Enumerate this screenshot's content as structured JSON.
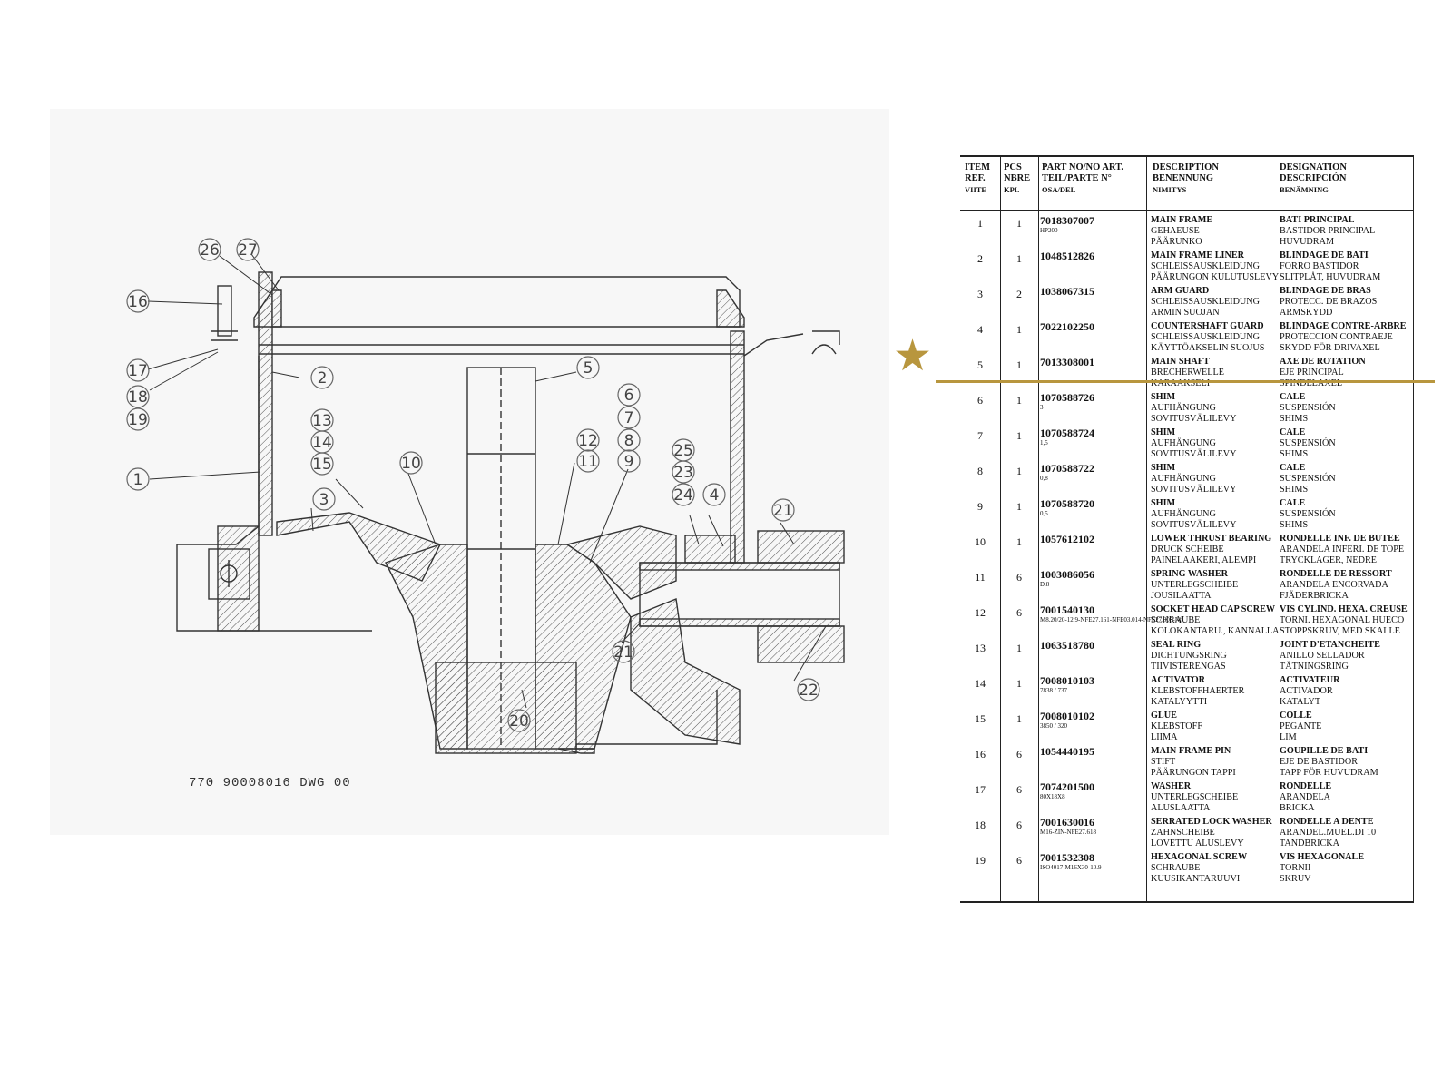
{
  "drawing": {
    "drawing_number": "770 90008016 DWG 00",
    "callouts": [
      "26",
      "27",
      "16",
      "17",
      "18",
      "19",
      "2",
      "5",
      "6",
      "7",
      "8",
      "9",
      "13",
      "14",
      "15",
      "1",
      "3",
      "10",
      "12",
      "11",
      "25",
      "23",
      "24",
      "4",
      "21",
      "21",
      "22",
      "20"
    ]
  },
  "parts_list": {
    "headers": {
      "item": [
        "ITEM",
        "REF.",
        "VIITE"
      ],
      "pcs": [
        "PCS",
        "NBRE",
        "KPL"
      ],
      "part": [
        "PART NO/NO ART.",
        "TEIL/PARTE N°",
        "OSA/DEL"
      ],
      "description": [
        "DESCRIPTION",
        "BENENNUNG",
        "NIMITYS"
      ],
      "designation": [
        "DESIGNATION",
        "DESCRIPCIÓN",
        "BENÄMNING"
      ]
    },
    "rows": [
      {
        "item": "1",
        "pcs": "1",
        "part": "7018307007",
        "sub": "HP200",
        "desc": [
          "MAIN FRAME",
          "GEHAEUSE",
          "PÄÄRUNKO"
        ],
        "desg": [
          "BATI PRINCIPAL",
          "BASTIDOR PRINCIPAL",
          "HUVUDRAM"
        ]
      },
      {
        "item": "2",
        "pcs": "1",
        "part": "1048512826",
        "sub": "",
        "desc": [
          "MAIN FRAME LINER",
          "SCHLEISSAUSKLEIDUNG",
          "PÄÄRUNGON KULUTUSLEVY"
        ],
        "desg": [
          "BLINDAGE DE BATI",
          "FORRO BASTIDOR",
          "SLITPLÅT, HUVUDRAM"
        ]
      },
      {
        "item": "3",
        "pcs": "2",
        "part": "1038067315",
        "sub": "",
        "desc": [
          "ARM GUARD",
          "SCHLEISSAUSKLEIDUNG",
          "ARMIN SUOJAN"
        ],
        "desg": [
          "BLINDAGE DE BRAS",
          "PROTECC. DE BRAZOS",
          "ARMSKYDD"
        ]
      },
      {
        "item": "4",
        "pcs": "1",
        "part": "7022102250",
        "sub": "",
        "desc": [
          "COUNTERSHAFT GUARD",
          "SCHLEISSAUSKLEIDUNG",
          "KÄYTTÖAKSELIN SUOJUS"
        ],
        "desg": [
          "BLINDAGE CONTRE-ARBRE",
          "PROTECCION CONTRAEJE",
          "SKYDD FÖR DRIVAXEL"
        ]
      },
      {
        "item": "5",
        "pcs": "1",
        "part": "7013308001",
        "sub": "",
        "desc": [
          "MAIN SHAFT",
          "BRECHERWELLE",
          "KARAAKSELI"
        ],
        "desg": [
          "AXE DE ROTATION",
          "EJE PRINCIPAL",
          "SPINDELAXEL"
        ]
      },
      {
        "item": "6",
        "pcs": "1",
        "part": "1070588726",
        "sub": "3",
        "desc": [
          "SHIM",
          "AUFHÄNGUNG",
          "SOVITUSVÄLILEVY"
        ],
        "desg": [
          "CALE",
          "SUSPENSIÓN",
          "SHIMS"
        ]
      },
      {
        "item": "7",
        "pcs": "1",
        "part": "1070588724",
        "sub": "1,5",
        "desc": [
          "SHIM",
          "AUFHÄNGUNG",
          "SOVITUSVÄLILEVY"
        ],
        "desg": [
          "CALE",
          "SUSPENSIÓN",
          "SHIMS"
        ]
      },
      {
        "item": "8",
        "pcs": "1",
        "part": "1070588722",
        "sub": "0,8",
        "desc": [
          "SHIM",
          "AUFHÄNGUNG",
          "SOVITUSVÄLILEVY"
        ],
        "desg": [
          "CALE",
          "SUSPENSIÓN",
          "SHIMS"
        ]
      },
      {
        "item": "9",
        "pcs": "1",
        "part": "1070588720",
        "sub": "0,5",
        "desc": [
          "SHIM",
          "AUFHÄNGUNG",
          "SOVITUSVÄLILEVY"
        ],
        "desg": [
          "CALE",
          "SUSPENSIÓN",
          "SHIMS"
        ]
      },
      {
        "item": "10",
        "pcs": "1",
        "part": "1057612102",
        "sub": "",
        "desc": [
          "LOWER THRUST BEARING",
          "DRUCK SCHEIBE",
          "PAINELAAKERI, ALEMPI"
        ],
        "desg": [
          "RONDELLE INF. DE BUTEE",
          "ARANDELA INFERI. DE TOPE",
          "TRYCKLAGER, NEDRE"
        ]
      },
      {
        "item": "11",
        "pcs": "6",
        "part": "1003086056",
        "sub": "D.8",
        "desc": [
          "SPRING WASHER",
          "UNTERLEGSCHEIBE",
          "JOUSILAATTA"
        ],
        "desg": [
          "RONDELLE DE RESSORT",
          "ARANDELA ENCORVADA",
          "FJÄDERBRICKA"
        ]
      },
      {
        "item": "12",
        "pcs": "6",
        "part": "7001540130",
        "sub": "M8.20/20-12.9-NFE27.161-NFE03.014-NFE27.005-Nf",
        "desc": [
          "SOCKET HEAD CAP SCREW",
          "SCHRAUBE",
          "KOLOKANTARU., KANNALLA"
        ],
        "desg": [
          "VIS CYLIND. HEXA. CREUSE",
          "TORNI. HEXAGONAL HUECO",
          "STOPPSKRUV, MED SKALLE"
        ]
      },
      {
        "item": "13",
        "pcs": "1",
        "part": "1063518780",
        "sub": "",
        "desc": [
          "SEAL RING",
          "DICHTUNGSRING",
          "TIIVISTERENGAS"
        ],
        "desg": [
          "JOINT D'ETANCHEITE",
          "ANILLO SELLADOR",
          "TÄTNINGSRING"
        ]
      },
      {
        "item": "14",
        "pcs": "1",
        "part": "7008010103",
        "sub": "7838 / 737",
        "desc": [
          "ACTIVATOR",
          "KLEBSTOFFHAERTER",
          "KATALYYTTI"
        ],
        "desg": [
          "ACTIVATEUR",
          "ACTIVADOR",
          "KATALYT"
        ]
      },
      {
        "item": "15",
        "pcs": "1",
        "part": "7008010102",
        "sub": "3850 / 320",
        "desc": [
          "GLUE",
          "KLEBSTOFF",
          "LIIMA"
        ],
        "desg": [
          "COLLE",
          "PEGANTE",
          "LIM"
        ]
      },
      {
        "item": "16",
        "pcs": "6",
        "part": "1054440195",
        "sub": "",
        "desc": [
          "MAIN FRAME PIN",
          "STIFT",
          "PÄÄRUNGON TAPPI"
        ],
        "desg": [
          "GOUPILLE DE BATI",
          "EJE DE BASTIDOR",
          "TAPP FÖR HUVUDRAM"
        ]
      },
      {
        "item": "17",
        "pcs": "6",
        "part": "7074201500",
        "sub": "80X18X8",
        "desc": [
          "WASHER",
          "UNTERLEGSCHEIBE",
          "ALUSLAATTA"
        ],
        "desg": [
          "RONDELLE",
          "ARANDELA",
          "BRICKA"
        ]
      },
      {
        "item": "18",
        "pcs": "6",
        "part": "7001630016",
        "sub": "M16-ZIN-NFE27.618",
        "desc": [
          "SERRATED LOCK WASHER",
          "ZAHNSCHEIBE",
          "LOVETTU ALUSLEVY"
        ],
        "desg": [
          "RONDELLE A DENTE",
          "ARANDEL.MUEL.DI 10",
          "TANDBRICKA"
        ]
      },
      {
        "item": "19",
        "pcs": "6",
        "part": "7001532308",
        "sub": "ISO4017-M16X30-10.9",
        "desc": [
          "HEXAGONAL SCREW",
          "SCHRAUBE",
          "KUUSIKANTARUUVI"
        ],
        "desg": [
          "VIS HEXAGONALE",
          "TORNII",
          "SKRUV"
        ]
      }
    ]
  },
  "highlight": {
    "icon": "star-icon",
    "symbol": "★",
    "color": "#b8963e"
  }
}
